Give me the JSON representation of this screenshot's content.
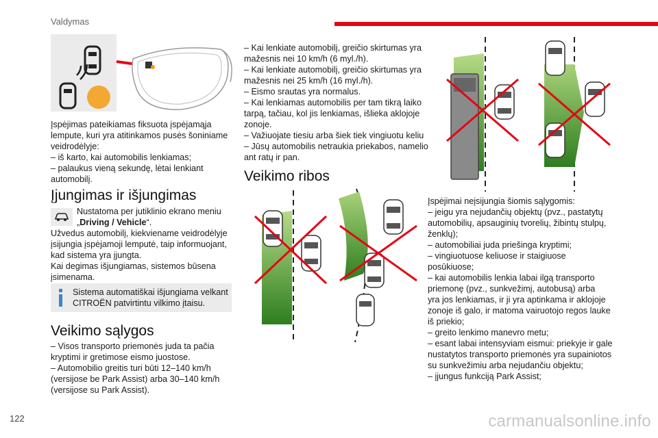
{
  "header": {
    "section_title": "Valdymas",
    "accent_color": "#e30613"
  },
  "page_number": "122",
  "watermark": "carmanualsonline.info",
  "col1": {
    "intro_lines": [
      "Įspėjimas pateikiamas fiksuota įspėjamąja",
      "lempute, kuri yra atitinkamos pusės šoniniame",
      "veidrodėlyje:",
      "–  iš karto, kai automobilis lenkiamas;",
      "–  palaukus vieną sekundę, lėtai lenkiant",
      "automobilį."
    ],
    "heading_switch": "Įjungimas ir išjungimas",
    "menu_icon": "car-settings-icon",
    "menu_text_1": "Nustatoma per jutiklinio ekrano meniu",
    "menu_text_2_prefix": "„",
    "menu_text_2_bold": "Driving / Vehicle",
    "menu_text_2_suffix": "“.",
    "body_lines": [
      "Užvedus automobilį, kiekviename veidrodėlyje",
      "įsijungia įspėjamoji lemputė, taip informuojant,",
      "kad sistema yra įjungta.",
      "Kai degimas išjungiamas, sistemos būsena",
      "įsimenama."
    ],
    "info_icon": "info-icon",
    "info_lines": [
      "Sistema automatiškai išjungiama velkant",
      "CITROËN patvirtintu vilkimo įtaisu."
    ],
    "heading_conditions": "Veikimo sąlygos",
    "conditions_lines": [
      "–  Visos transporto priemonės juda ta pačia",
      "kryptimi ir gretimose eismo juostose.",
      "–  Automobilio greitis turi būti 12–140 km/h",
      "(versijose be Park Assist) arba 30–140 km/h",
      "(versijose su Park Assist)."
    ]
  },
  "col2": {
    "lines": [
      "–  Kai lenkiate automobilį, greičio skirtumas yra",
      "mažesnis nei 10 km/h (6 myl./h).",
      "–  Kai lenkiate automobilį, greičio skirtumas yra",
      "mažesnis nei 25 km/h (16 myl./h).",
      "–  Eismo srautas yra normalus.",
      "–  Kai lenkiamas automobilis per tam tikrą laiko",
      "tarpą, tačiau, kol jis lenkiamas, išlieka aklojoje",
      "zonoje.",
      "–  Važiuojate tiesiu arba šiek tiek vingiuotu keliu",
      "–  Jūsų automobilis netraukia priekabos, namelio",
      "ant ratų ir pan."
    ],
    "heading_limits": "Veikimo ribos"
  },
  "col3": {
    "lines": [
      "Įspėjimai neįsijungia šiomis sąlygomis:",
      "–  jeigu yra nejudančių objektų (pvz., pastatytų",
      "automobilių, apsauginių tvorelių, žibintų stulpų,",
      "ženklų);",
      "–  automobiliai juda priešinga kryptimi;",
      "–  vingiuotuose keliuose ir staigiuose",
      "posūkiuose;",
      "–  kai automobilis lenkia labai ilgą transporto",
      "priemonę (pvz., sunkvežimį, autobusą) arba",
      "yra jos lenkiamas, ir ji yra aptinkama ir aklojoje",
      "zonoje iš galo, ir matoma vairuotojo regos lauke",
      "iš priekio;",
      "–  greito lenkimo manevro metu;",
      "–  esant labai intensyviam eismui: priekyje ir gale",
      "nustatytos transporto priemonės yra supainiotos",
      "su sunkvežimiu arba nejudančiu objektu;",
      "–  įjungus funkciją Park Assist;"
    ]
  },
  "colors": {
    "zone_green": "#6fae2f",
    "cross_red": "#e30613",
    "warning_orange": "#f39c12"
  }
}
